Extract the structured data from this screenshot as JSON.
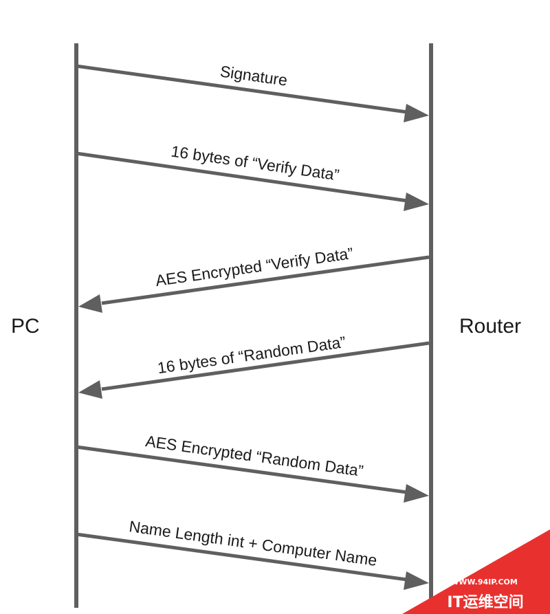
{
  "participants": {
    "left": "PC",
    "right": "Router"
  },
  "messages": [
    {
      "label": "Signature",
      "direction": "PC→Router"
    },
    {
      "label": "16 bytes of “Verify Data”",
      "direction": "PC→Router"
    },
    {
      "label": "AES Encrypted “Verify Data”",
      "direction": "Router→PC"
    },
    {
      "label": "16 bytes of “Random Data”",
      "direction": "Router→PC"
    },
    {
      "label": "AES Encrypted “Random Data”",
      "direction": "PC→Router"
    },
    {
      "label": "Name Length int + Computer Name",
      "direction": "PC→Router"
    }
  ],
  "watermark": {
    "url": "WWW.94IP.COM",
    "brand": "IT运维空间",
    "color": "#e8312f"
  },
  "colors": {
    "line": "#5f5f5f",
    "text": "#1a1a1a"
  }
}
